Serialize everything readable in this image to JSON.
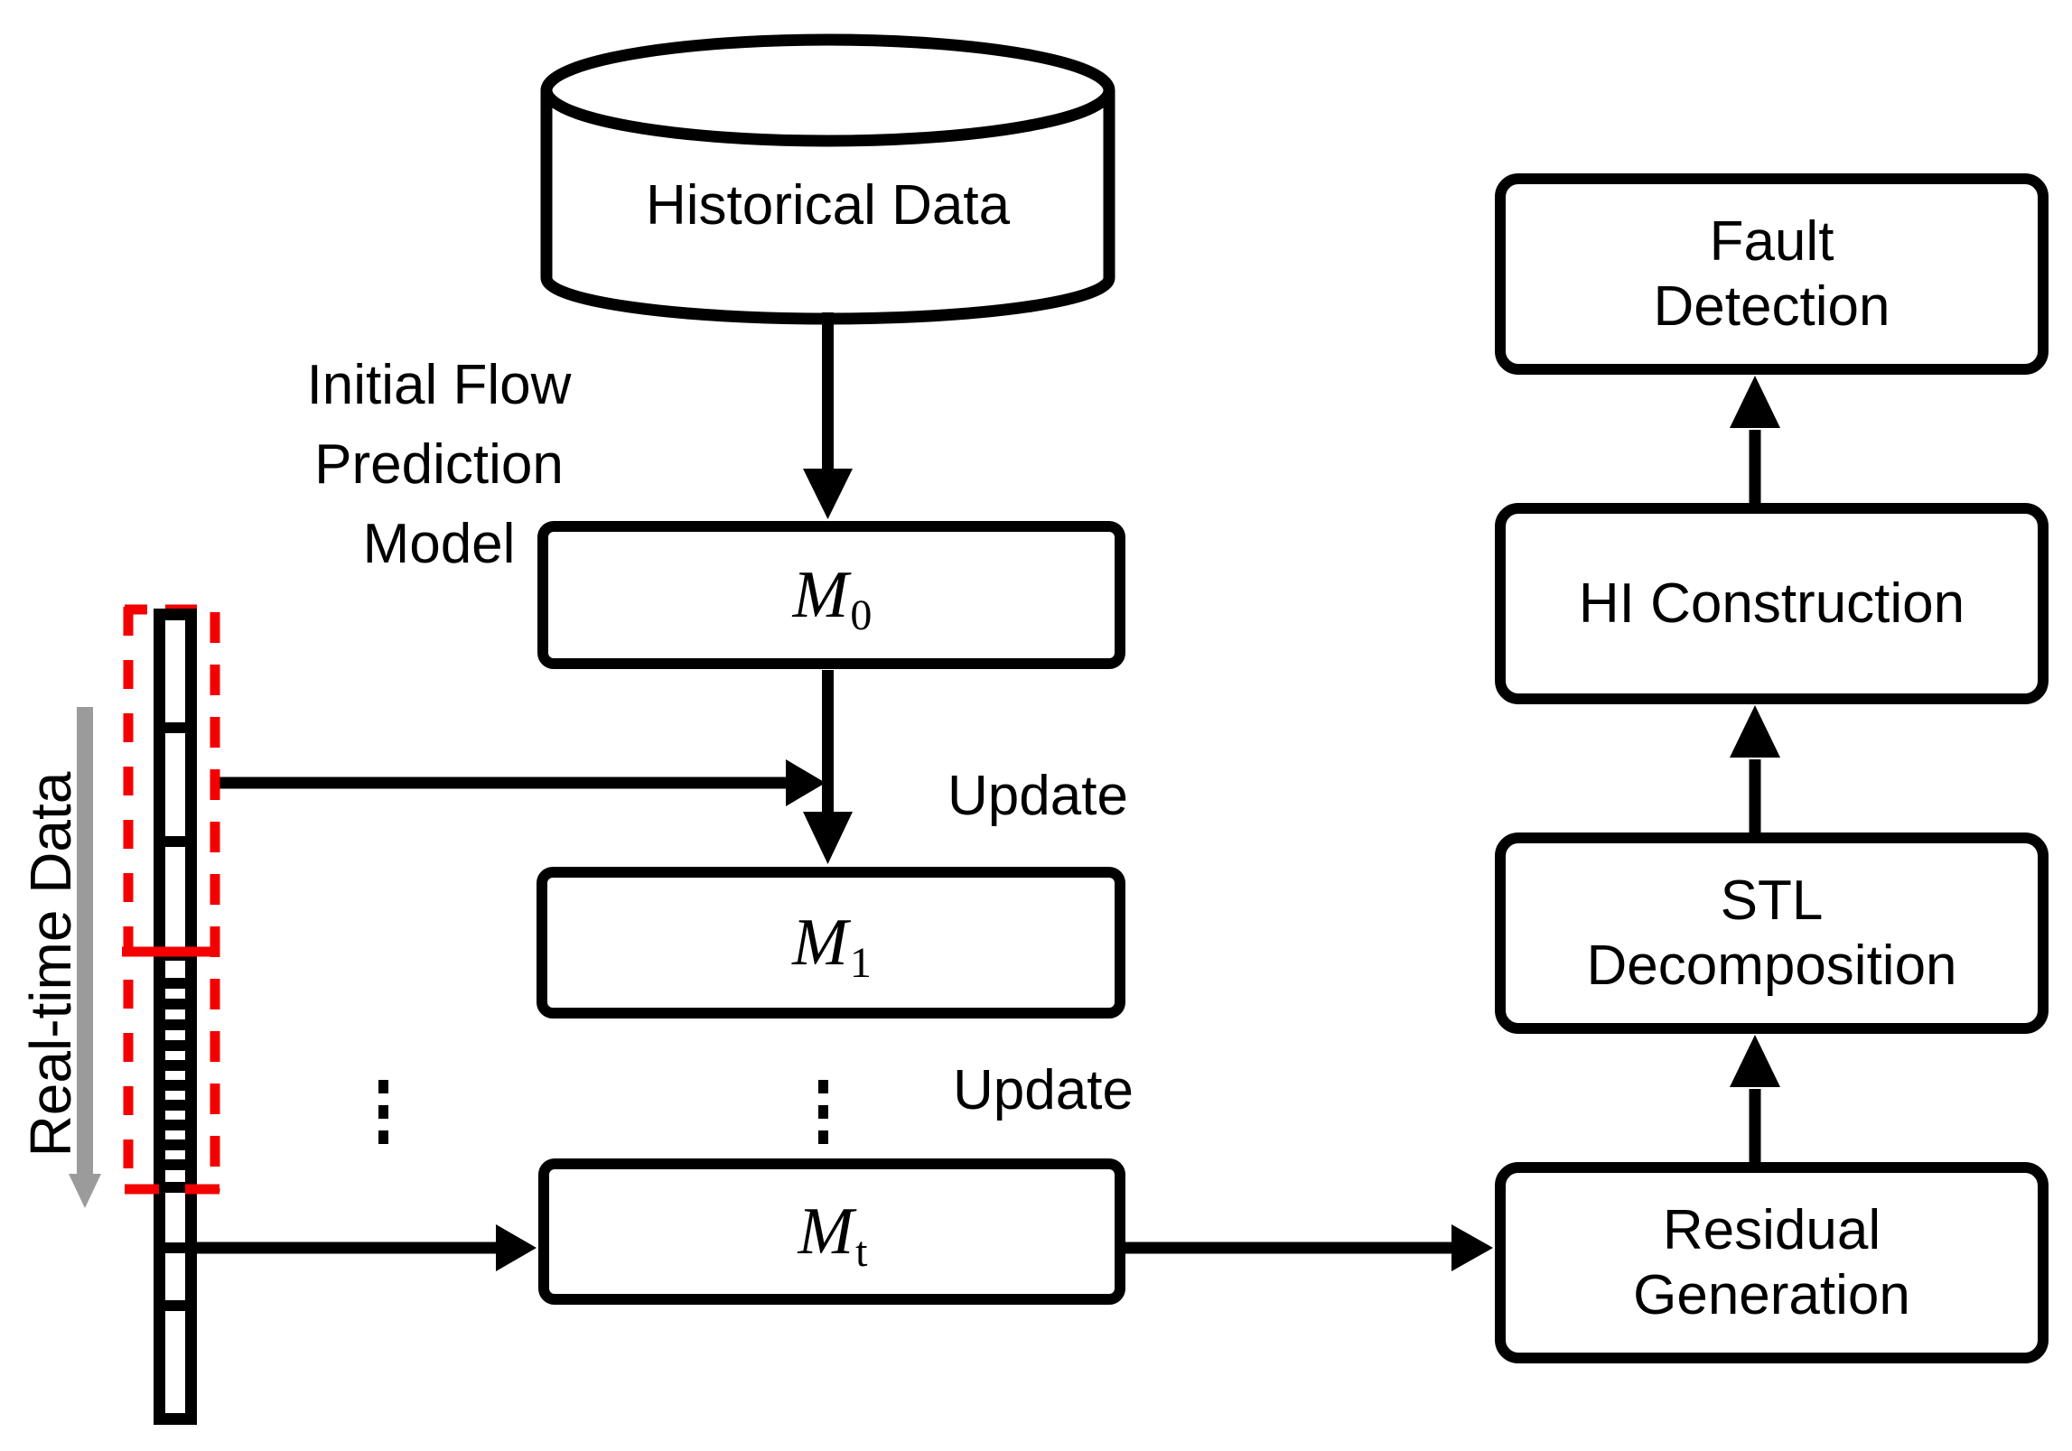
{
  "figure": "online flow prediction model update and fault detection pipeline",
  "colors": {
    "line_black": "#000000",
    "highlight_red": "#f40000",
    "arrow_gray": "#9b9b9b",
    "background": "#ffffff"
  },
  "nodes": {
    "historical_data": {
      "label": "Historical Data"
    },
    "initial_model_caption": {
      "line1": "Initial Flow",
      "line2": "Prediction",
      "line3": "Model"
    },
    "m0": {
      "symbol": "M",
      "subscript": "0"
    },
    "m1": {
      "symbol": "M",
      "subscript": "1"
    },
    "mt": {
      "symbol": "M",
      "subscript": "t"
    },
    "fault_detection": {
      "line1": "Fault",
      "line2": "Detection"
    },
    "hi_construction": {
      "line1": "HI Construction"
    },
    "stl_decomposition": {
      "line1": "STL",
      "line2": "Decomposition"
    },
    "residual_generation": {
      "line1": "Residual",
      "line2": "Generation"
    }
  },
  "labels": {
    "update_top": "Update",
    "update_bottom": "Update",
    "realtime": "Real-time Data"
  }
}
